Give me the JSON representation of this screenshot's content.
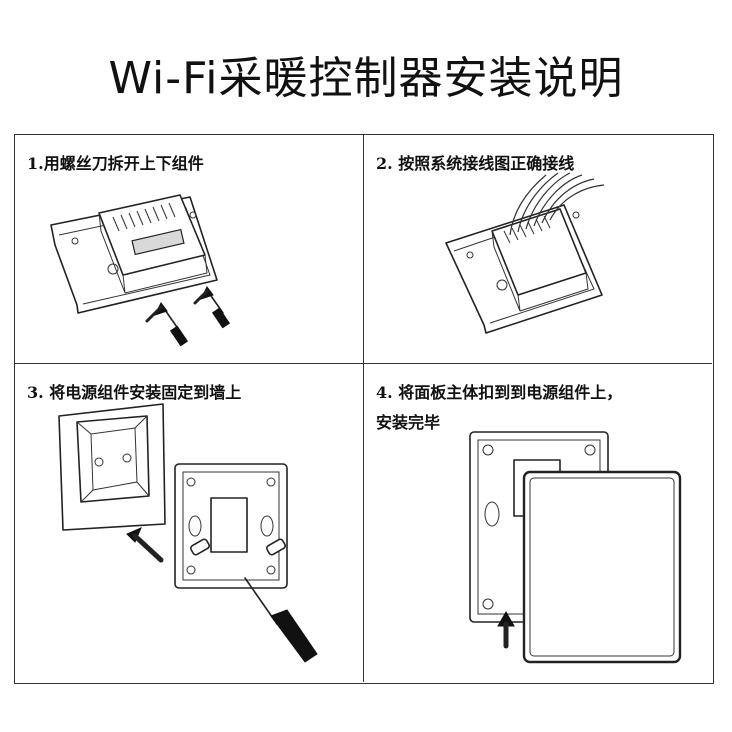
{
  "document": {
    "title": "Wi-Fi采暖控制器安装说明",
    "steps": [
      {
        "label": "1.用螺丝刀拆开上下组件"
      },
      {
        "label": "2.  按照系统接线图正确接线"
      },
      {
        "label": "3.  将电源组件安装固定到墙上"
      },
      {
        "label": "4.  将面板主体扣到到电源组件上，",
        "label_line2": "安装完毕"
      }
    ]
  }
}
